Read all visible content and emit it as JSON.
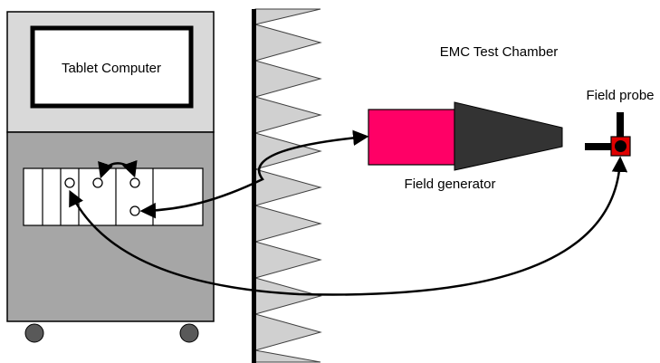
{
  "labels": {
    "tablet": "Tablet Computer",
    "chamber": "EMC Test Chamber",
    "generator": "Field generator",
    "probe": "Field probe"
  },
  "colors": {
    "rack_top": "#d9d9d9",
    "rack_bottom": "#a6a6a6",
    "wheel": "#595959",
    "absorber": "#d0d0d0",
    "generator_body": "#ff0066",
    "generator_horn": "#333333",
    "probe_sensor": "#e00000",
    "wire": "#000000"
  }
}
